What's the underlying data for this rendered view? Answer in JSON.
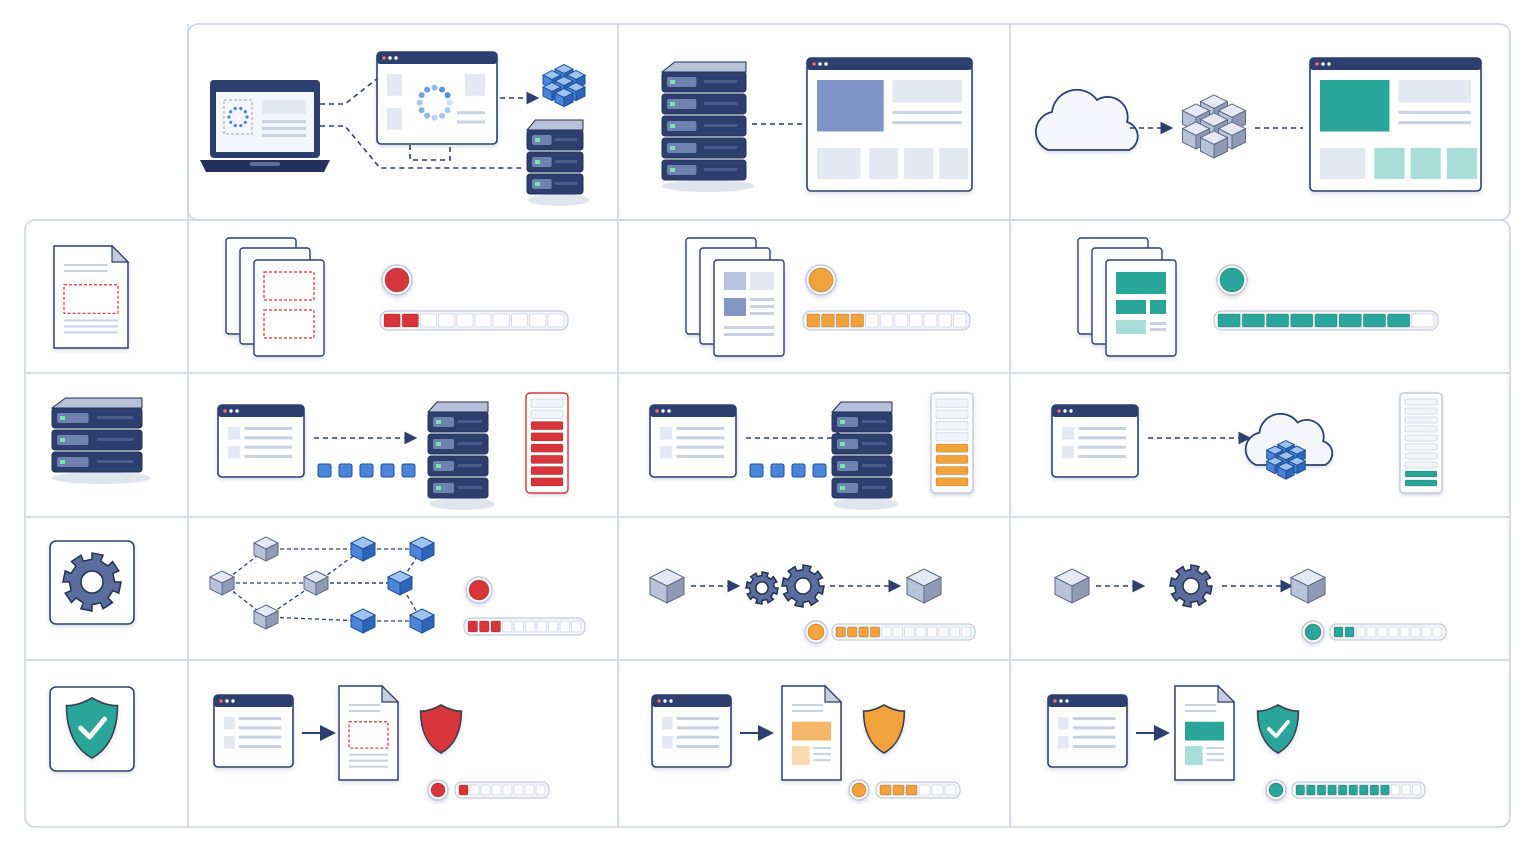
{
  "colors": {
    "navy": "#2d3f6e",
    "navy_dark": "#22325a",
    "blue": "#4a86d8",
    "blue_light": "#7fb0ee",
    "red": "#d8353a",
    "orange": "#f2a23a",
    "teal": "#2aa59a",
    "teal_light": "#a9ddd8",
    "grid": "#c9d3e3",
    "panel_fill": "#f6f8fc",
    "placeholder": "#e3e8f1",
    "placeholder_mid": "#c9d2e1",
    "steel": "#8f9bb4",
    "steel_light": "#c6cedd",
    "white": "#ffffff"
  },
  "header_row": [
    {
      "name": "loading-pipeline",
      "icons": [
        "laptop-icon",
        "browser-window-icon",
        "loading-spinner-icon",
        "cube-cluster-icon",
        "server-stack-icon"
      ]
    },
    {
      "name": "server-rendering",
      "icons": [
        "server-stack-icon",
        "browser-window-icon"
      ]
    },
    {
      "name": "cloud-rendering",
      "icons": [
        "cloud-icon",
        "cube-cluster-icon",
        "browser-window-icon"
      ]
    }
  ],
  "row_categories": [
    {
      "name": "document-row",
      "icon": "document-icon"
    },
    {
      "name": "server-row",
      "icon": "server-stack-icon"
    },
    {
      "name": "processing-row",
      "icon": "gear-icon"
    },
    {
      "name": "security-row",
      "icon": "shield-check-icon"
    }
  ],
  "columns": [
    {
      "name": "failing-column",
      "status": "red",
      "rows": {
        "document": {
          "progress": 0.2,
          "segments": 10
        },
        "server": {
          "level": 0.75,
          "segments": 8
        },
        "processing": {
          "progress": 0.3,
          "segments": 10
        },
        "security": {
          "progress": 0.1,
          "segments": 8
        }
      }
    },
    {
      "name": "partial-column",
      "status": "orange",
      "rows": {
        "document": {
          "progress": 0.4,
          "segments": 11
        },
        "server": {
          "level": 0.5,
          "segments": 8
        },
        "processing": {
          "progress": 0.35,
          "segments": 12
        },
        "security": {
          "progress": 0.5,
          "segments": 6
        }
      }
    },
    {
      "name": "complete-column",
      "status": "teal",
      "rows": {
        "document": {
          "progress": 0.9,
          "segments": 9
        },
        "server": {
          "level": 0.2,
          "segments": 10
        },
        "processing": {
          "progress": 0.15,
          "segments": 10
        },
        "security": {
          "progress": 0.75,
          "segments": 12
        }
      }
    }
  ]
}
